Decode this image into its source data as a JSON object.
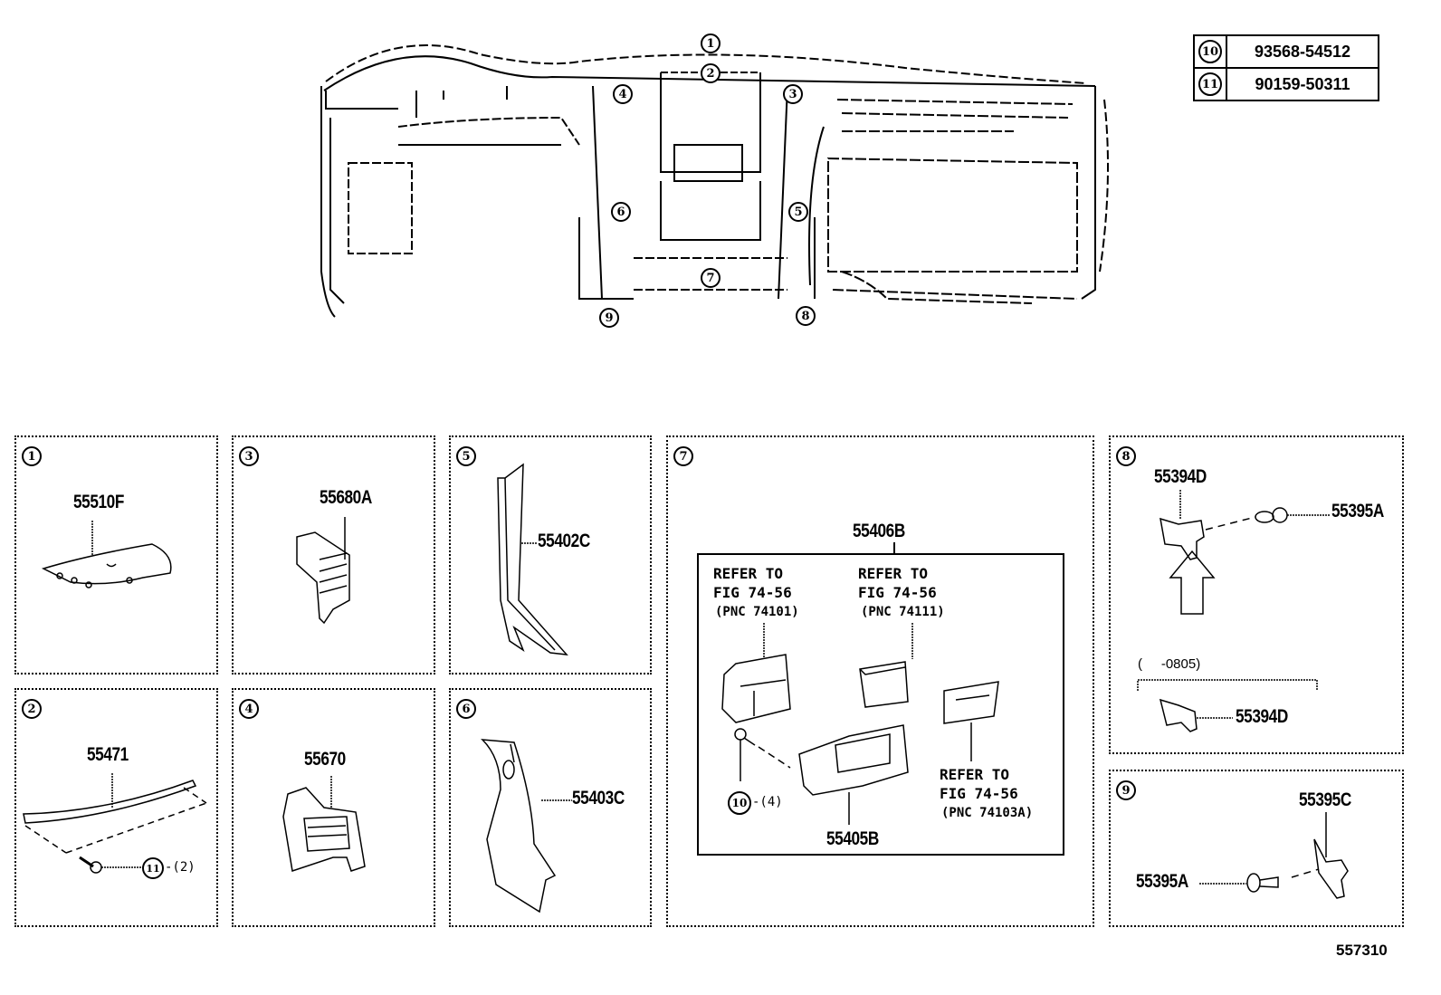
{
  "diagram_id": "557310",
  "overview": {
    "callouts": [
      "1",
      "2",
      "3",
      "4",
      "5",
      "6",
      "7",
      "8",
      "9"
    ]
  },
  "reference_table": [
    {
      "key": "10",
      "part": "93568-54512"
    },
    {
      "key": "11",
      "part": "90159-50311"
    }
  ],
  "panels": {
    "p1": {
      "badge": "1",
      "part": "55510F"
    },
    "p2": {
      "badge": "2",
      "part": "55471",
      "fastener": "11",
      "qty": "-(2)"
    },
    "p3": {
      "badge": "3",
      "part": "55680A"
    },
    "p4": {
      "badge": "4",
      "part": "55670"
    },
    "p5": {
      "badge": "5",
      "part": "55402C"
    },
    "p6": {
      "badge": "6",
      "part": "55403C"
    },
    "p7": {
      "badge": "7",
      "assembly": "55406B",
      "sub_part": "55405B",
      "fastener": "10",
      "qty": "-(4)",
      "refs": [
        {
          "line1": "REFER TO",
          "line2": "FIG 74-56",
          "line3": "(PNC 74101)"
        },
        {
          "line1": "REFER TO",
          "line2": "FIG 74-56",
          "line3": "(PNC 74111)"
        },
        {
          "line1": "REFER TO",
          "line2": "FIG 74-56",
          "line3": "(PNC 74103A)"
        }
      ]
    },
    "p8": {
      "badge": "8",
      "part_top": "55394D",
      "clip": "55395A",
      "range": "(     -0805)",
      "part_bottom": "55394D"
    },
    "p9": {
      "badge": "9",
      "part": "55395C",
      "clip": "55395A"
    }
  }
}
